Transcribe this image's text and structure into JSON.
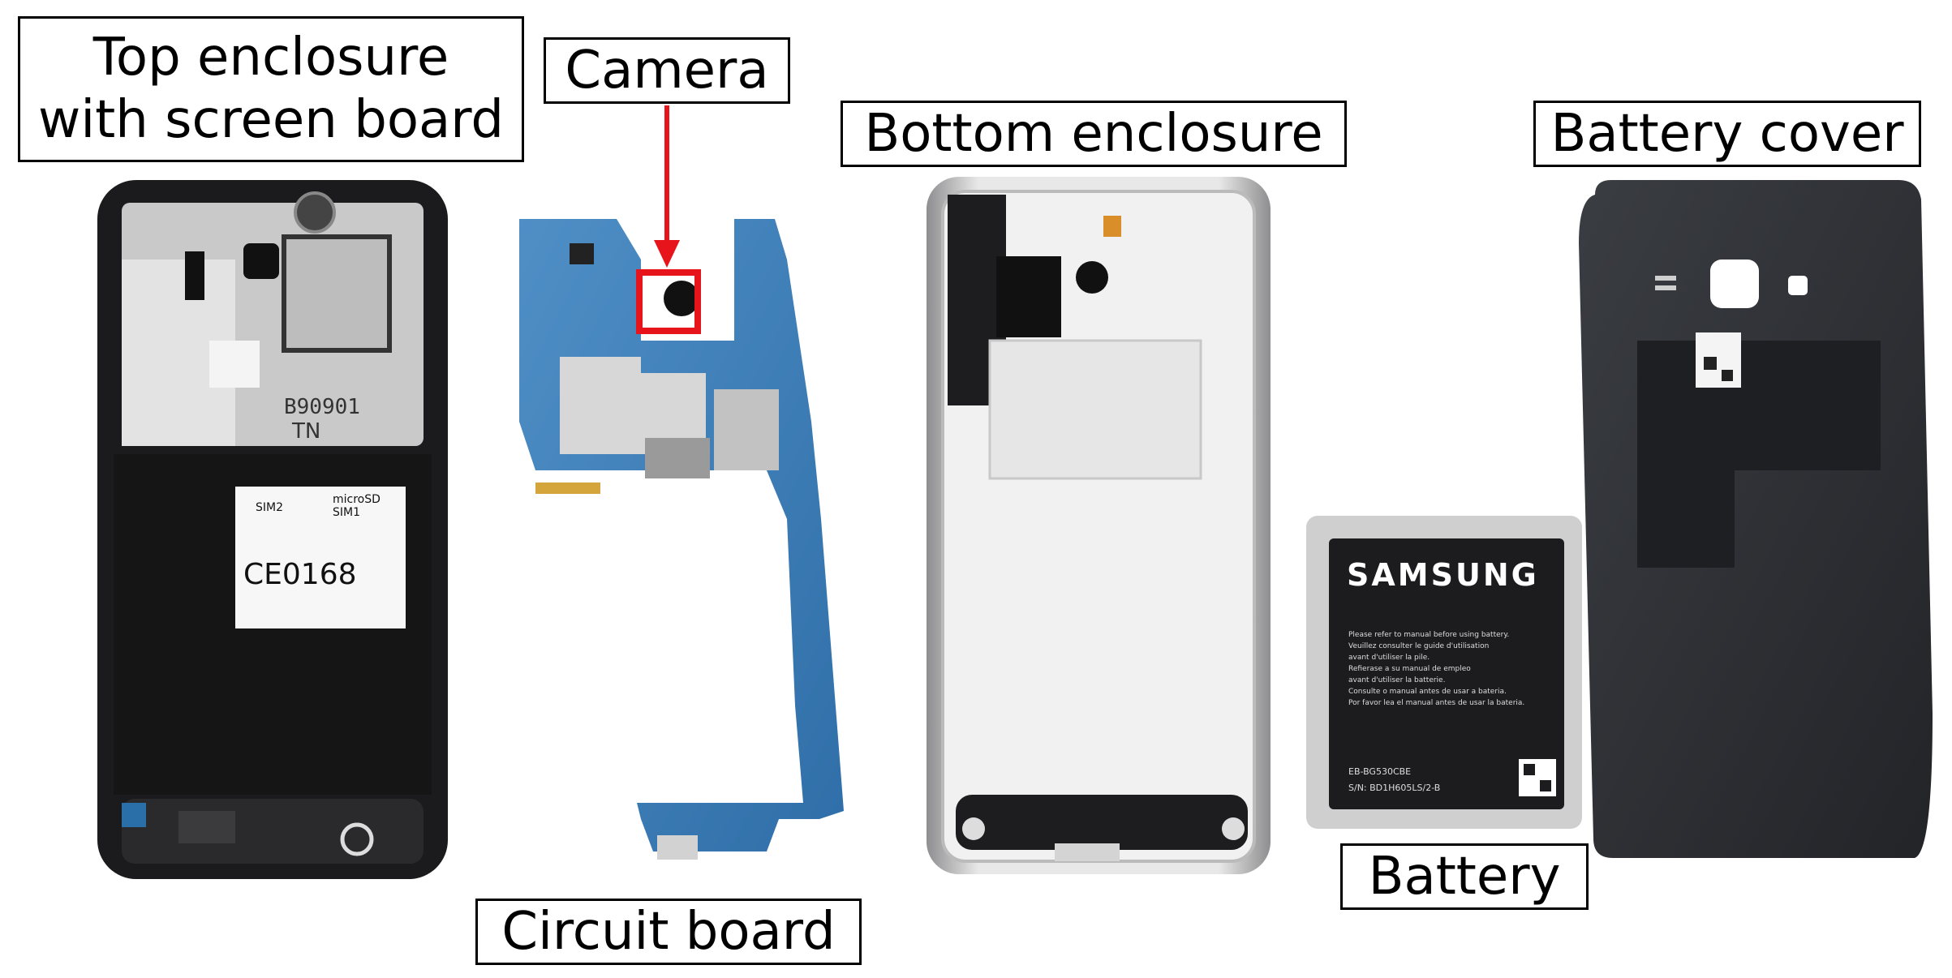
{
  "labels": {
    "top_enclosure": {
      "line1": "Top enclosure",
      "line2": "with screen board"
    },
    "camera": "Camera",
    "bottom_enclosure": "Bottom enclosure",
    "battery_cover": "Battery cover",
    "battery": "Battery",
    "circuit_board": "Circuit board"
  },
  "battery_print": {
    "brand": "SAMSUNG",
    "warning_lines": [
      "Please refer to manual before using battery.",
      "Veuillez consulter le guide d'utilisation",
      "avant d'utiliser la pile.",
      "Refierase a su manual de empleo",
      "avant d'utiliser la batterie.",
      "Consulte o manual antes de usar a bateria.",
      "Por favor lea el manual antes de usar la bateria."
    ],
    "model": "EB-BG530CBE",
    "serial": "S/N:  BD1H605LS/2-B"
  },
  "enclosure_print": {
    "ce_mark": "CE0168",
    "sim2": "SIM2",
    "microsd": "microSD",
    "sim1": "SIM1",
    "stamp": "B90901",
    "tn": "TN"
  },
  "colors": {
    "highlight": "#e8141c",
    "board_blue": "#3f7fb8",
    "enclosure_black": "#1b1b1d",
    "frame_silver": "#d4d4d4",
    "cover_dark": "#2a2c30"
  }
}
